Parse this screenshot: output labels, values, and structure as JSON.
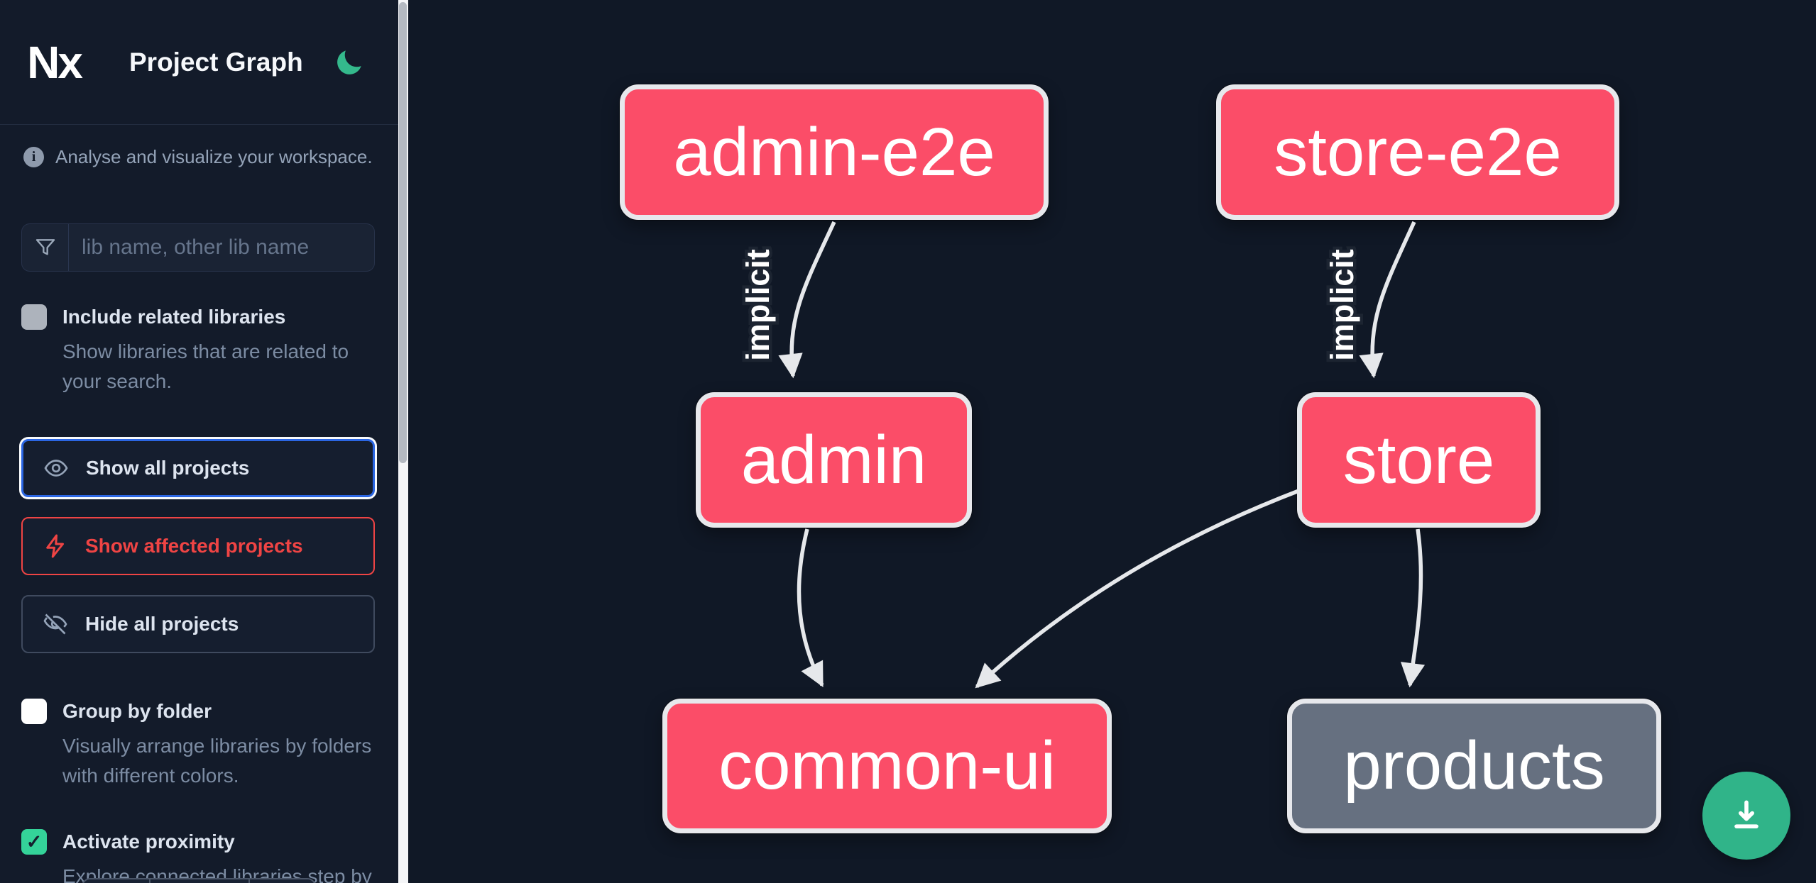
{
  "header": {
    "logo_text": "Nx",
    "title": "Project Graph"
  },
  "sidebar": {
    "tagline": "Analyse and visualize your workspace.",
    "search": {
      "placeholder": "lib name, other lib name",
      "value": ""
    },
    "toggles": [
      {
        "label": "Include related libraries",
        "description": "Show libraries that are related to your search.",
        "checked": false
      },
      {
        "label": "Group by folder",
        "description": "Visually arrange libraries by folders with different colors.",
        "checked": false
      },
      {
        "label": "Activate proximity",
        "description": "Explore connected libraries step by step.",
        "checked": true
      }
    ],
    "actions": [
      {
        "label": "Show all projects",
        "icon": "eye-icon",
        "state": "focused"
      },
      {
        "label": "Show affected projects",
        "icon": "bolt-icon",
        "state": "affected"
      },
      {
        "label": "Hide all projects",
        "icon": "eye-off-icon",
        "state": "normal"
      }
    ]
  },
  "graph": {
    "nodes": [
      {
        "label": "admin-e2e",
        "type": "affected"
      },
      {
        "label": "store-e2e",
        "type": "affected"
      },
      {
        "label": "admin",
        "type": "affected"
      },
      {
        "label": "store",
        "type": "affected"
      },
      {
        "label": "common-ui",
        "type": "affected"
      },
      {
        "label": "products",
        "type": "default"
      }
    ],
    "edges": [
      {
        "from": "admin-e2e",
        "to": "admin",
        "label": "implicit"
      },
      {
        "from": "store-e2e",
        "to": "store",
        "label": "implicit"
      },
      {
        "from": "admin",
        "to": "common-ui",
        "label": ""
      },
      {
        "from": "store",
        "to": "common-ui",
        "label": ""
      },
      {
        "from": "store",
        "to": "products",
        "label": ""
      }
    ]
  },
  "fab": {
    "icon": "download-icon"
  },
  "colors": {
    "node_affected": "#fb4d68",
    "node_default": "#667080",
    "action_affected_red": "#ef4444",
    "focus_blue": "#2b66e3",
    "accent_green": "#34d399",
    "fab_green": "#30b489",
    "edge": "#e6e8eb",
    "background": "#101826"
  }
}
